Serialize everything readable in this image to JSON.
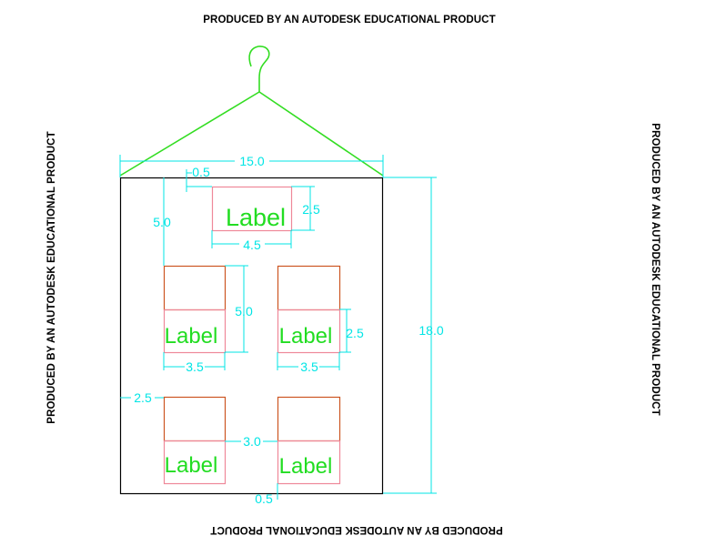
{
  "watermark": {
    "text": "PRODUCED BY AN AUTODESK EDUCATIONAL PRODUCT"
  },
  "colors": {
    "frame": "#000000",
    "hanger": "#33dd22",
    "dimension": "#00e5e5",
    "pocket_top": "#cc5522",
    "pocket_bottom": "#ee8899",
    "label_text": "#22dd22"
  },
  "dimensions": {
    "overall_width": "15.0",
    "overall_height": "18.0",
    "top_label_gap": "0.5",
    "top_offset": "5.0",
    "top_label_height": "2.5",
    "top_label_width": "4.5",
    "pocket_height": "5.0",
    "pocket_label_height": "2.5",
    "pocket_width_left": "3.5",
    "pocket_width_right": "3.5",
    "side_margin": "2.5",
    "pocket_spacing": "3.0",
    "bottom_gap": "0.5"
  },
  "labels": {
    "top": "Label",
    "pocket_1": "Label",
    "pocket_2": "Label",
    "pocket_3": "Label",
    "pocket_4": "Label"
  }
}
